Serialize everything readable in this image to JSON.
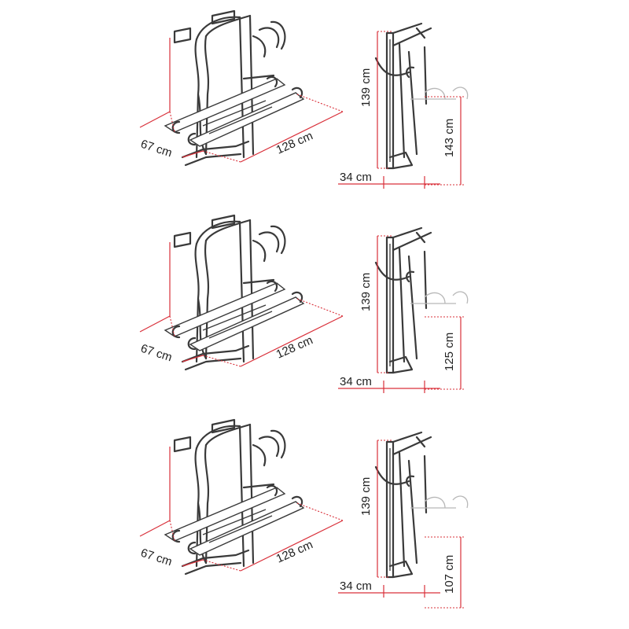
{
  "colors": {
    "dimension": "#d9303a",
    "outline": "#3a3a3a",
    "ghost": "#b8b8b8"
  },
  "variants": [
    {
      "depth": "67 cm",
      "width": "128 cm",
      "height": "139 cm",
      "offset": "34 cm",
      "overall_height": "143 cm"
    },
    {
      "depth": "67 cm",
      "width": "128 cm",
      "height": "139 cm",
      "offset": "34 cm",
      "overall_height": "125 cm"
    },
    {
      "depth": "67 cm",
      "width": "128 cm",
      "height": "139 cm",
      "offset": "34 cm",
      "overall_height": "107 cm"
    }
  ]
}
